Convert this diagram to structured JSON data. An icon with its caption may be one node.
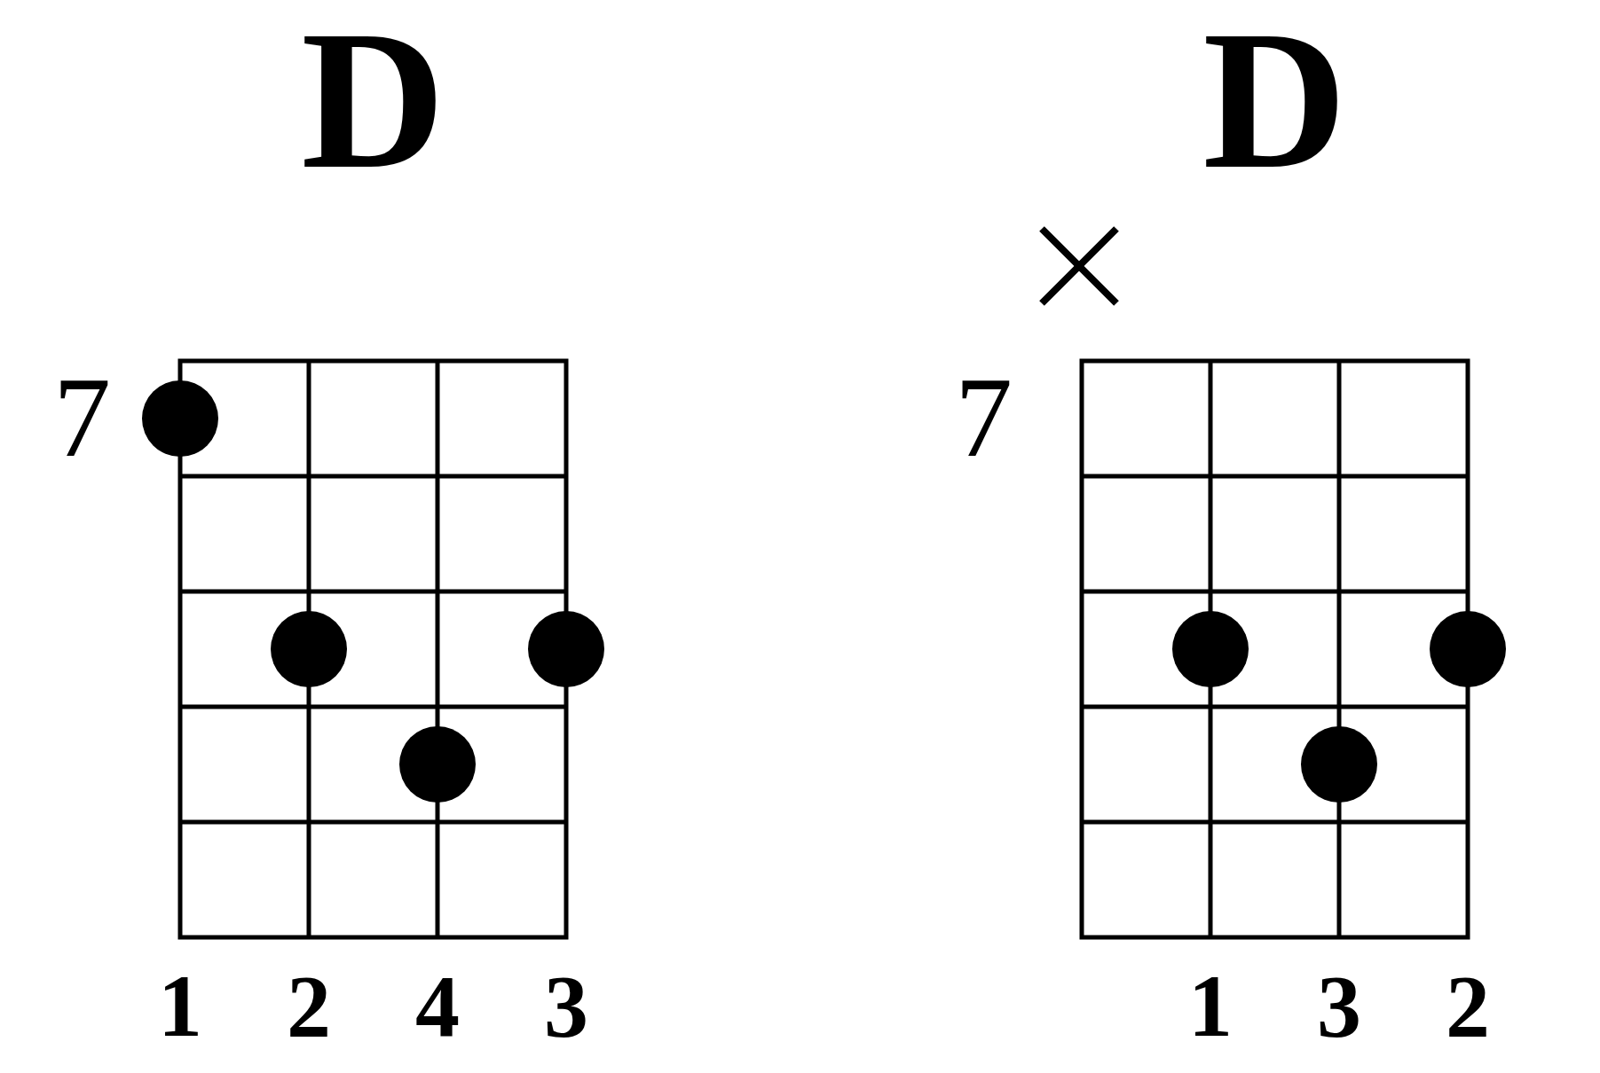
{
  "diagram": {
    "nodes": [
      {
        "text": [
          "D"
        ],
        "beside": [
          "7",
          "1",
          "2",
          "4",
          "3"
        ]
      },
      {
        "text": [
          "D"
        ],
        "beside": [
          "7",
          "1",
          "3",
          "2"
        ]
      }
    ]
  }
}
